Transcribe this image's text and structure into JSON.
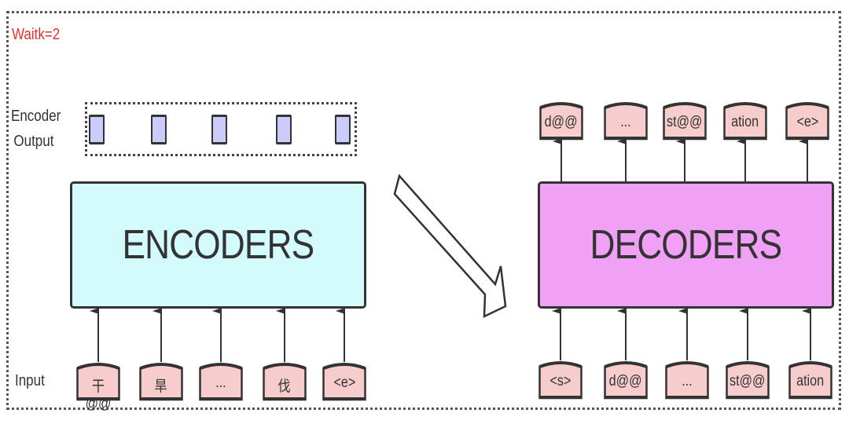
{
  "title": "Waitk=2",
  "colors": {
    "title": "#e8302a",
    "encoder_fill": "#d3fbfc",
    "decoder_fill": "#f0a0f5",
    "token_fill": "#f7cccc",
    "encoder_output_fill": "#ccccfa",
    "stroke": "#333333"
  },
  "labels": {
    "encoder_output_line1": "Encoder",
    "encoder_output_line2": "Output",
    "input": "Input"
  },
  "encoder": {
    "label": "ENCODERS",
    "inputs": [
      "干@@",
      "旱",
      "...",
      "伐",
      "<e>"
    ],
    "output_count": 5
  },
  "decoder": {
    "label": "DECODERS",
    "inputs": [
      "<s>",
      "d@@",
      "...",
      "st@@",
      "ation"
    ],
    "outputs": [
      "d@@",
      "...",
      "st@@",
      "ation",
      "<e>"
    ]
  }
}
